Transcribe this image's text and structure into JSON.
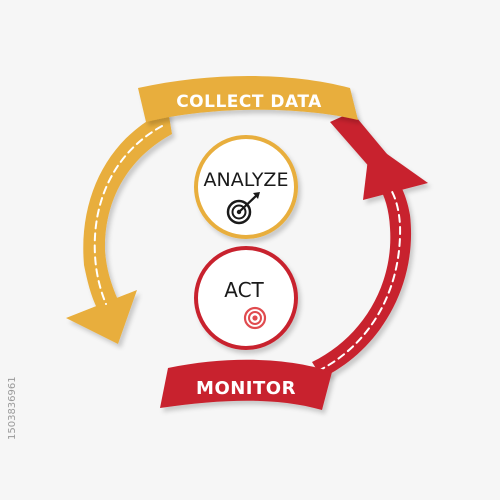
{
  "steps": {
    "collect": "COLLECT DATA",
    "analyze": "ANALYZE",
    "act": "ACT",
    "monitor": "MONITOR"
  },
  "icons": {
    "analyze": "target-with-arrow-icon",
    "act": "bullseye-icon"
  },
  "colors": {
    "yellow": "#E8AE3C",
    "red": "#C8242F",
    "background": "#F6F6F6",
    "circle_fill": "#FFFFFF",
    "text": "#1A1A1A",
    "icon_red": "#E04B4F"
  },
  "stock_id": "1503836961"
}
